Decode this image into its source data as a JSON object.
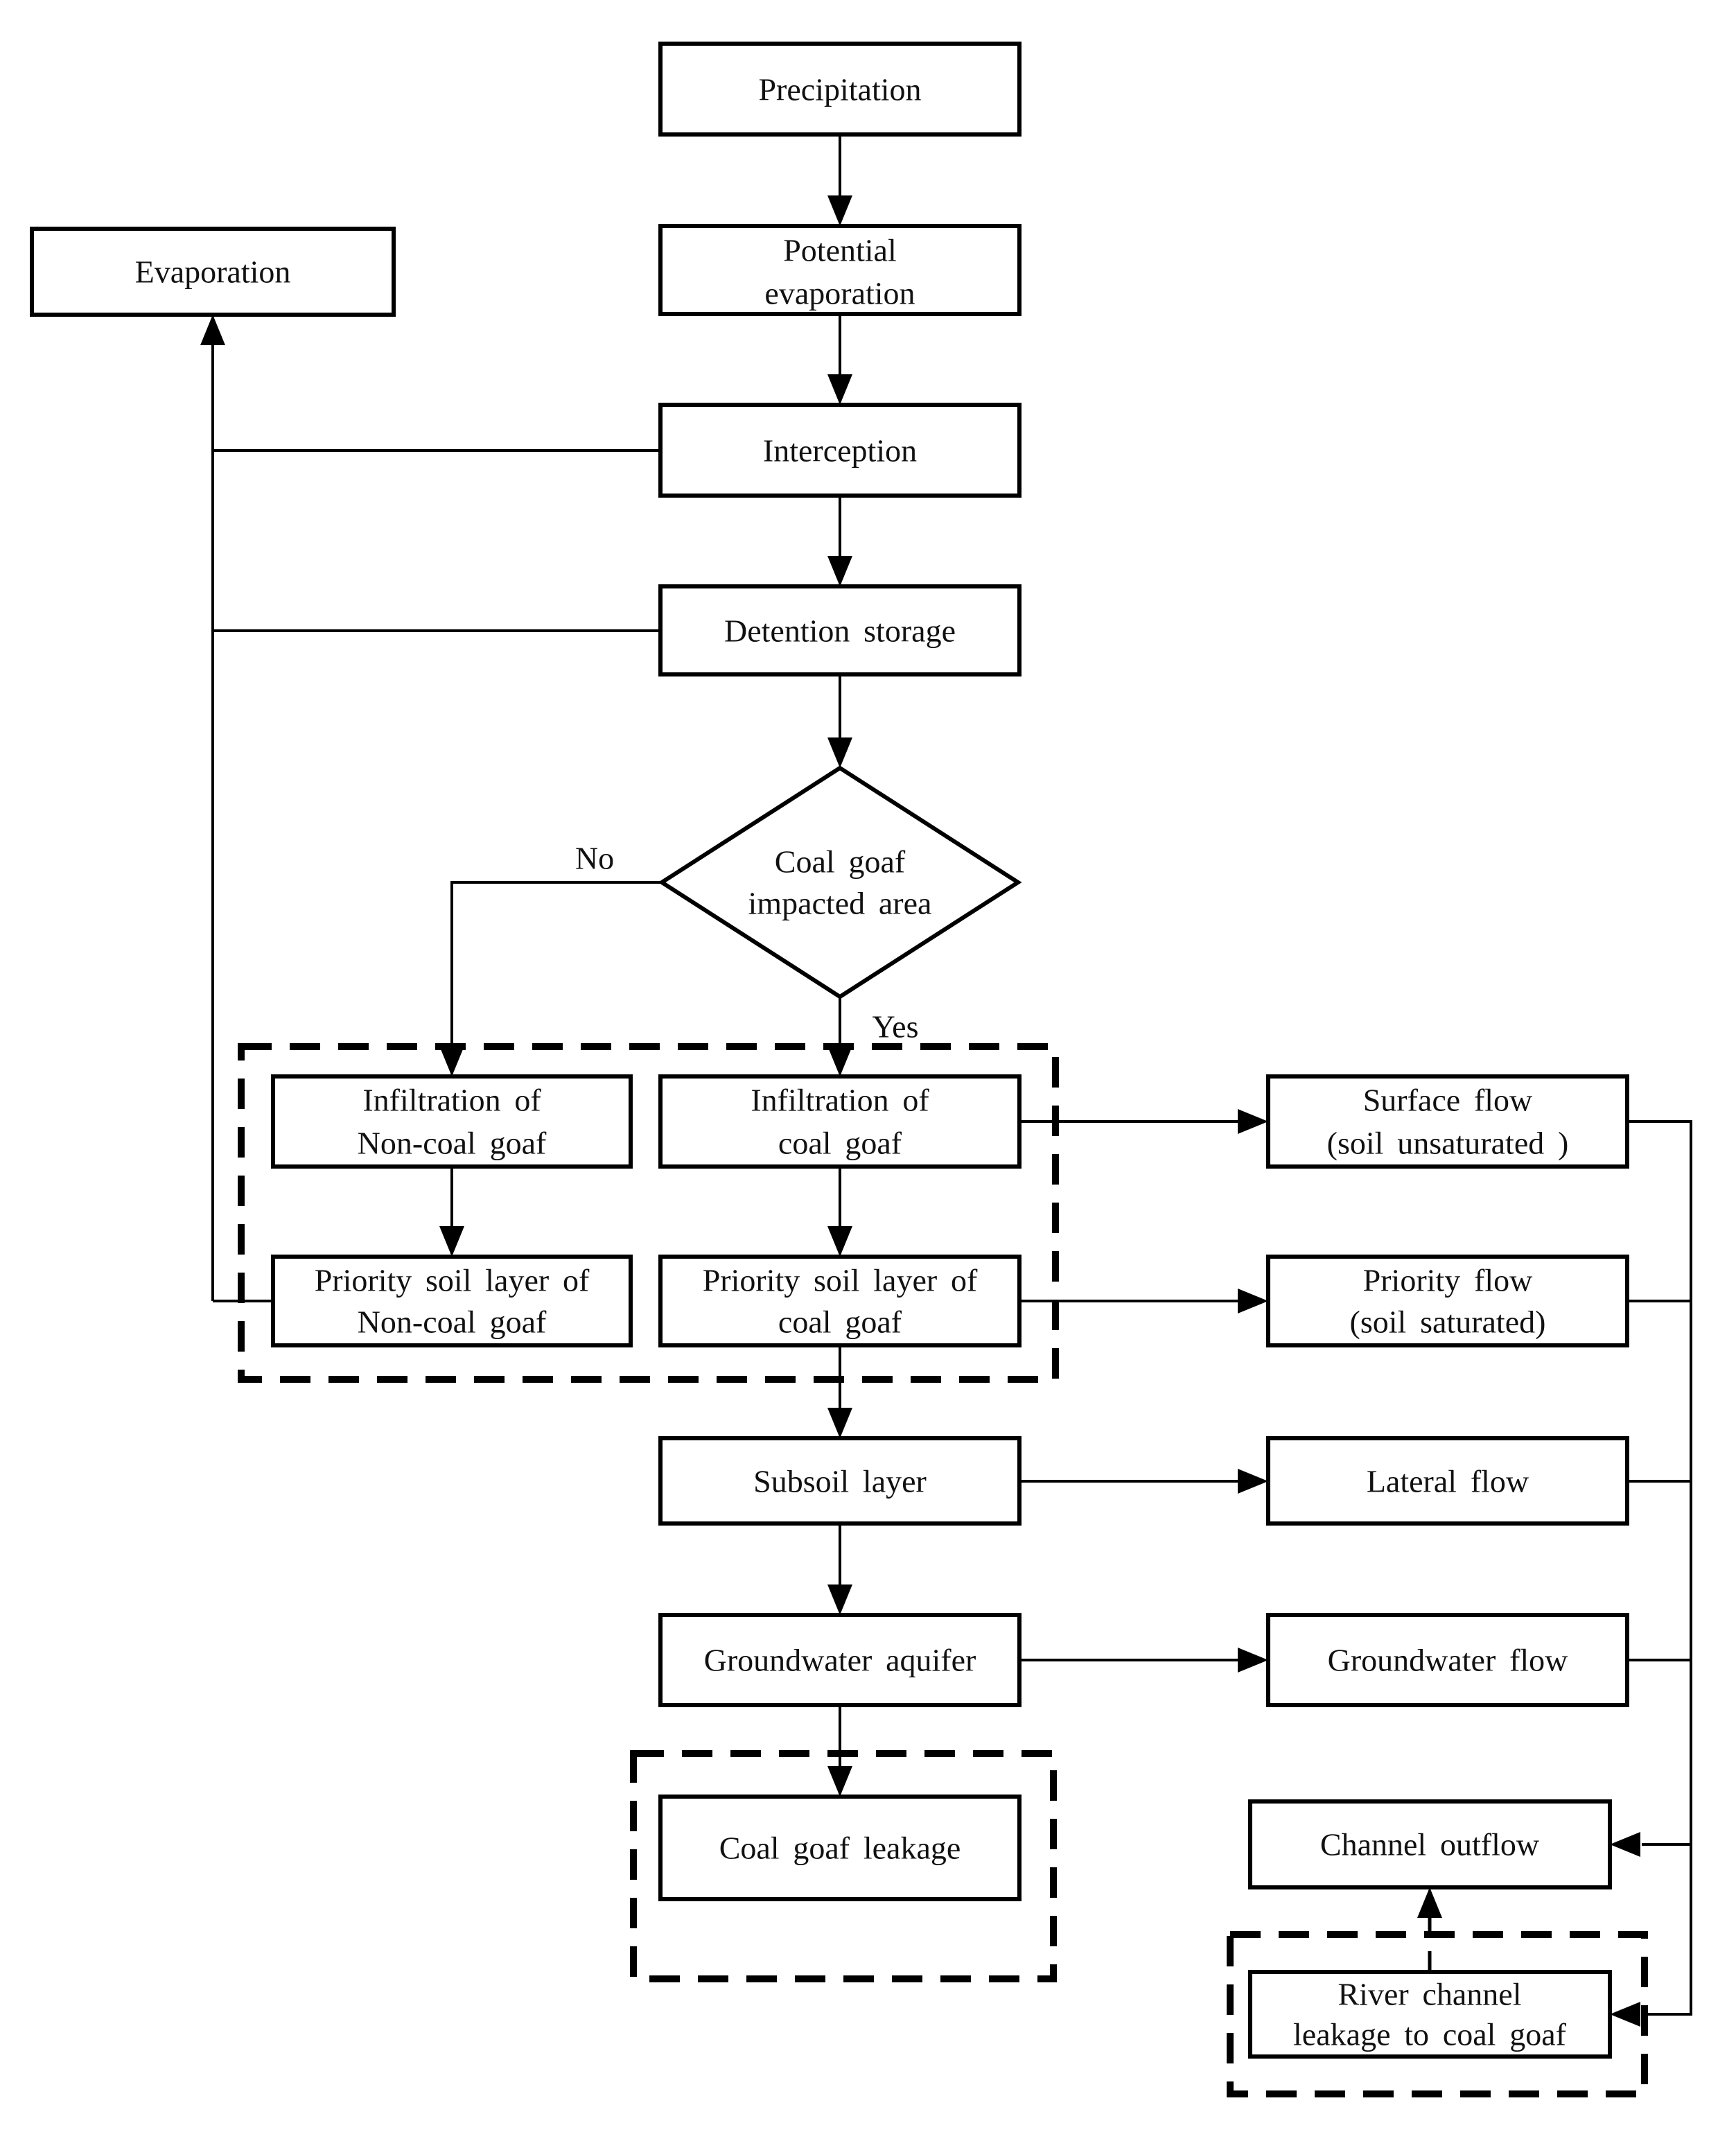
{
  "page": {
    "background": "#ffffff"
  },
  "diagram": {
    "type": "flowchart",
    "colors": {
      "line": "#000000",
      "box_fill": "#ffffff",
      "text": "#111111"
    },
    "nodes": {
      "precipitation": {
        "label": "Precipitation"
      },
      "potential_evaporation": {
        "line1": "Potential",
        "line2": "evaporation"
      },
      "evaporation": {
        "label": "Evaporation"
      },
      "interception": {
        "label": "Interception"
      },
      "detention_storage": {
        "label": "Detention storage"
      },
      "coal_goaf_impacted_area": {
        "line1": "Coal goaf",
        "line2": "impacted area"
      },
      "infiltration_non_coal_goaf": {
        "line1": "Infiltration of",
        "line2": "Non-coal goaf"
      },
      "infiltration_coal_goaf": {
        "line1": "Infiltration of",
        "line2": "coal goaf"
      },
      "priority_soil_non_coal_goaf": {
        "line1": "Priority soil layer of",
        "line2": "Non-coal goaf"
      },
      "priority_soil_coal_goaf": {
        "line1": "Priority soil layer of",
        "line2": "coal goaf"
      },
      "surface_flow": {
        "line1": "Surface flow",
        "line2": "(soil unsaturated )"
      },
      "priority_flow": {
        "line1": "Priority flow",
        "line2": "(soil saturated)"
      },
      "subsoil_layer": {
        "label": "Subsoil layer"
      },
      "lateral_flow": {
        "label": "Lateral flow"
      },
      "groundwater_aquifer": {
        "label": "Groundwater aquifer"
      },
      "groundwater_flow": {
        "label": "Groundwater flow"
      },
      "coal_goaf_leakage": {
        "label": "Coal goaf leakage"
      },
      "channel_outflow": {
        "label": "Channel outflow"
      },
      "river_channel_leakage": {
        "line1": "River channel",
        "line2": "leakage to coal goaf"
      }
    },
    "edge_labels": {
      "no": "No",
      "yes": "Yes"
    }
  }
}
